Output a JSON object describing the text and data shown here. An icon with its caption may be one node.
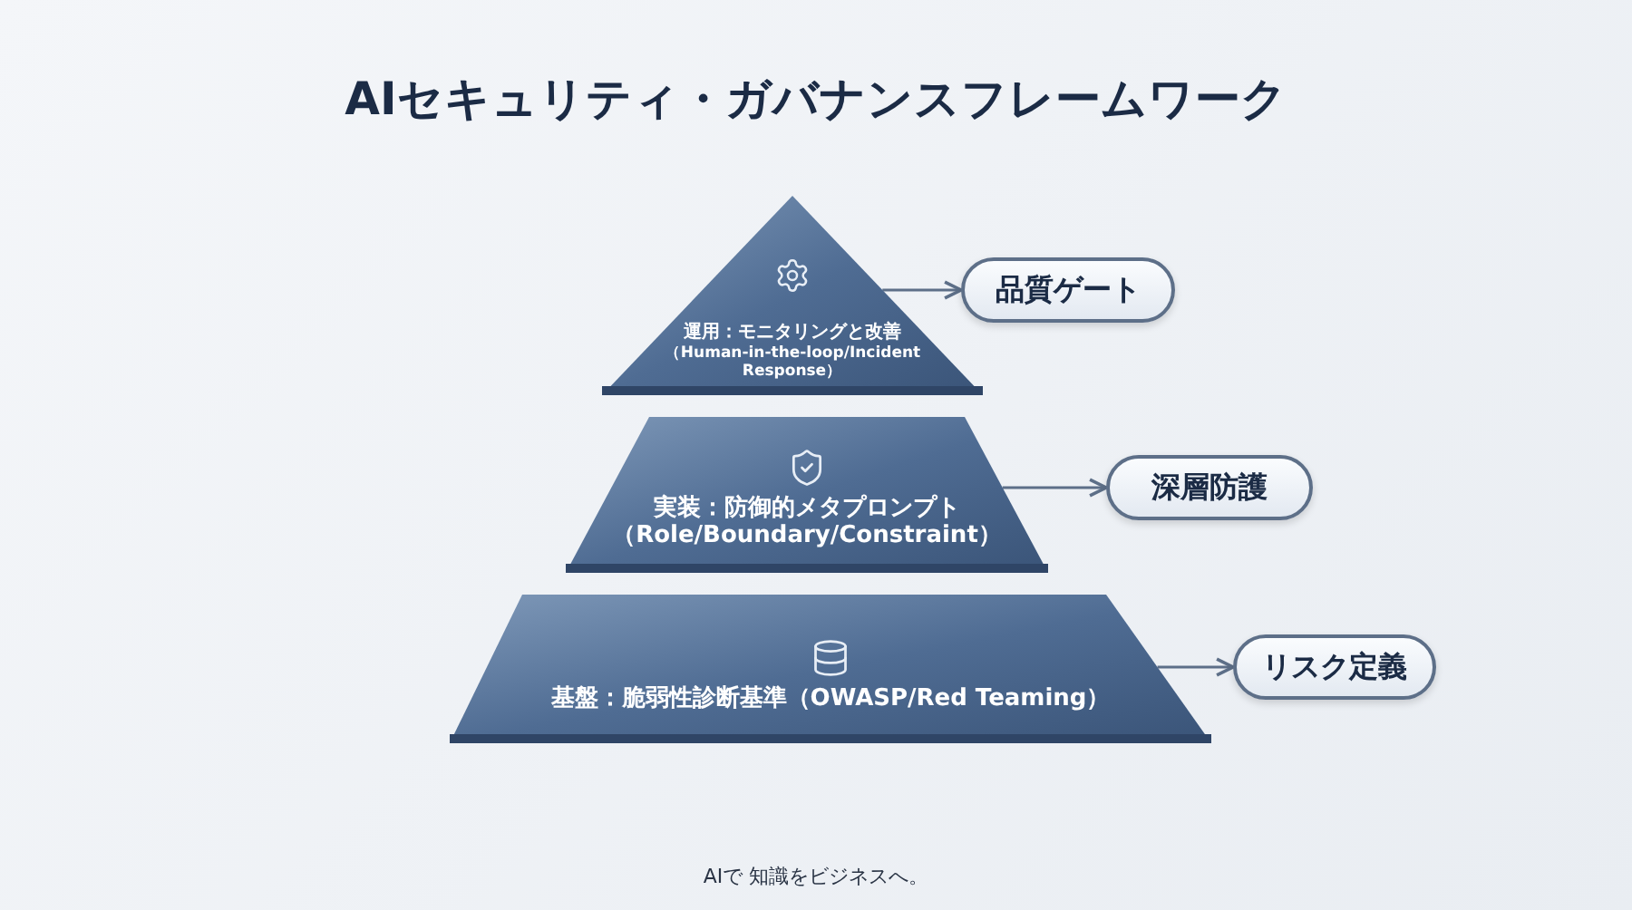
{
  "diagram": {
    "title": "AIセキュリティ・ガバナンスフレームワーク",
    "nodes": [
      {
        "text": [
          "運用：モニタリングと改善",
          "（Human-in-the-loop/Incident Response）"
        ]
      },
      {
        "text": [
          "実装：防御的メタプロンプト",
          "（Role/Boundary/Constraint）"
        ]
      },
      {
        "text": [
          "基盤：脆弱性診断基準（OWASP/Red Teaming）"
        ]
      },
      {
        "text": [
          "品質ゲート"
        ]
      },
      {
        "text": [
          "深層防護"
        ]
      },
      {
        "text": [
          "リスク定義"
        ]
      }
    ],
    "edges": [
      {
        "from": 0,
        "to": 3,
        "arrow": "to"
      },
      {
        "from": 1,
        "to": 4,
        "arrow": "to"
      },
      {
        "from": 2,
        "to": 5,
        "arrow": "to"
      }
    ],
    "labels": [
      "AIで 知識をビジネスへ。"
    ]
  }
}
